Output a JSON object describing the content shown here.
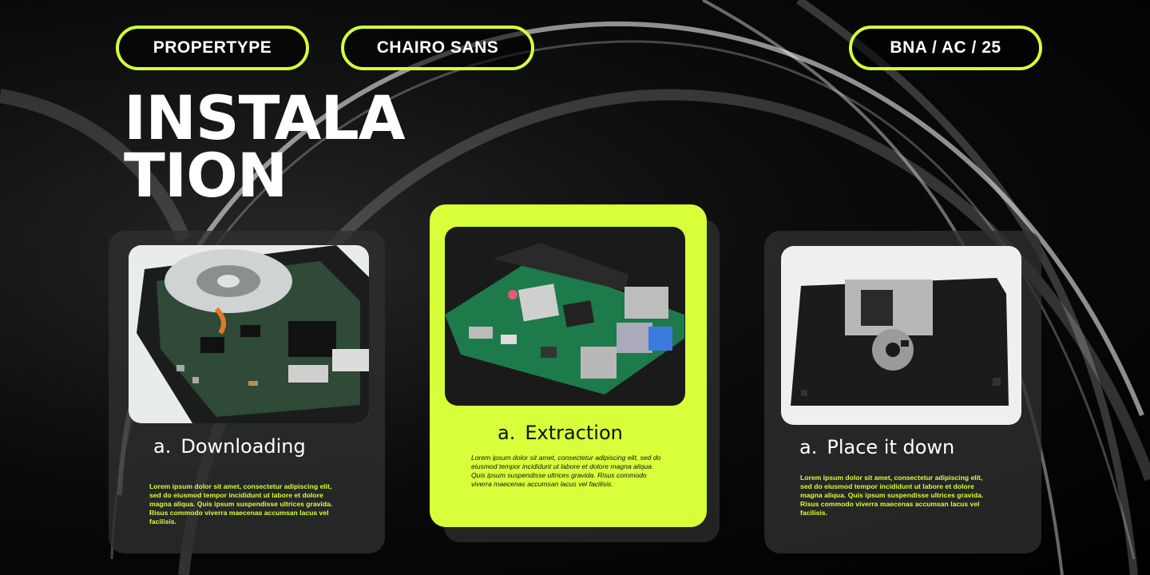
{
  "header": {
    "pills": [
      {
        "label": "PROPERTYPE"
      },
      {
        "label": "CHAIRO SANS"
      },
      {
        "label": "BNA / AC / 25"
      }
    ]
  },
  "title": {
    "line1": "INSTALA",
    "line2": "TION"
  },
  "colors": {
    "accent": "#d7ff3a",
    "background": "#000000",
    "card": "#303030"
  },
  "cards": [
    {
      "image": "hard-drive-photo",
      "number": "a.",
      "heading": "Downloading",
      "body": "Lorem ipsum dolor sit amet, consectetur adipiscing elit, sed do eiusmod tempor incididunt ut labore et dolore magna aliqua. Quis ipsum suspendisse ultrices gravida. Risus commodo viverra maecenas accumsan lacus vel facilisis.",
      "active": false
    },
    {
      "image": "circuit-board-photo",
      "number": "a.",
      "heading": "Extraction",
      "body": "Lorem ipsum dolor sit amet, consectetur adipiscing elit, sed do eiusmod tempor incididunt ut labore et dolore magna aliqua. Quis ipsum suspendisse ultrices gravida. Risus commodo viverra maecenas accumsan lacus vel facilisis.",
      "active": true
    },
    {
      "image": "floppy-disk-photo",
      "number": "a.",
      "heading": "Place it down",
      "body": "Lorem ipsum dolor sit amet, consectetur adipiscing elit, sed do eiusmod tempor incididunt ut labore et dolore magna aliqua. Quis ipsum suspendisse ultrices gravida. Risus commodo viverra maecenas accumsan lacus vel facilisis.",
      "active": false
    }
  ]
}
